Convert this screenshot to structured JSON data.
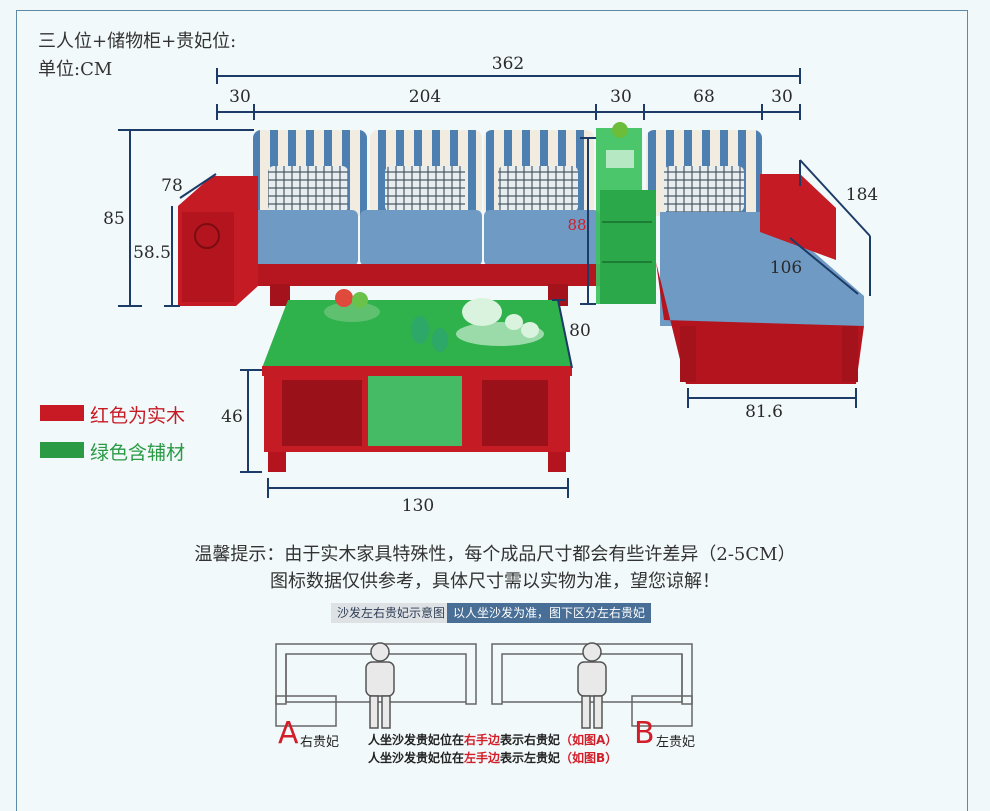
{
  "header": {
    "title": "三人位+储物柜+贵妃位:",
    "unit": "单位:CM"
  },
  "dimensions": {
    "total_width": "362",
    "seg_arm_left": "30",
    "seg_three_seat": "204",
    "seg_cabinet": "30",
    "seg_chaise": "68",
    "seg_arm_right": "30",
    "height_total": "85",
    "arm_depth": "78",
    "seat_height": "58.5",
    "cabinet_height": "88",
    "chaise_length": "184",
    "chaise_inner": "106",
    "table_depth": "80",
    "table_height": "46",
    "chaise_width": "81.6",
    "table_width": "130"
  },
  "legend": {
    "red_label": "红色为实木",
    "green_label": "绿色含辅材",
    "red_color": "#c81a24",
    "green_color": "#2a9a44"
  },
  "notes": {
    "line1": "温馨提示：由于实木家具特殊性，每个成品尺寸都会有些许差异（2-5CM）",
    "line2": "图标数据仅供参考，具体尺寸需以实物为准，望您谅解！"
  },
  "guide": {
    "tag_left": "沙发左右贵妃示意图",
    "tag_right": "以人坐沙发为准，图下区分左右贵妃",
    "label_a_letter": "A",
    "label_a_text": "右贵妃",
    "label_b_letter": "B",
    "label_b_text": "左贵妃",
    "caption1_pre": "人坐沙发贵妃位在",
    "caption1_hl": "右手边",
    "caption1_mid": "表示右贵妃",
    "caption1_ref": "（如图A）",
    "caption2_pre": "人坐沙发贵妃位在",
    "caption2_hl": "左手边",
    "caption2_mid": "表示左贵妃",
    "caption2_ref": "（如图B）"
  }
}
